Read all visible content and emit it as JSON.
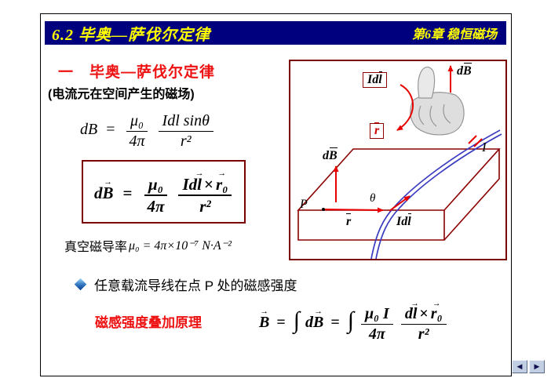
{
  "header": {
    "title": "6.2 毕奥—萨伐尔定律",
    "chapter": "第6章 稳恒磁场"
  },
  "section": {
    "heading": "一　毕奥—萨伐尔定律",
    "subtitle": "(电流元在空间产生的磁场)"
  },
  "symbols": {
    "equals": "=",
    "times": "×",
    "integral": "∫",
    "vec_arrow": "→"
  },
  "formula_scalar": {
    "lhs": "dB",
    "mu0": "μ₀",
    "four_pi": "4π",
    "num": "Idl sinθ",
    "den": "r²"
  },
  "formula_vector": {
    "d": "d",
    "B": "B",
    "mu0": "μ₀",
    "four_pi": "4π",
    "Id": "Id",
    "l": "l",
    "r0": "r₀",
    "den": "r²"
  },
  "permeability": {
    "label": "真空磁导率",
    "value": "μ₀ = 4π×10⁻⁷ N·A⁻²"
  },
  "bullet": {
    "text": "任意载流导线在点 P 处的磁感强度"
  },
  "superposition": {
    "label": "磁感强度叠加原理",
    "B": "B",
    "d": "d",
    "mu0I": "μ₀ I",
    "four_pi": "4π",
    "l": "l",
    "r0": "r₀",
    "den": "r²"
  },
  "diagram": {
    "Id": "Id",
    "l": "l",
    "r": "r",
    "d": "d",
    "B": "B",
    "I": "I",
    "P": "P",
    "theta": "θ"
  },
  "nav": {
    "back": "◀",
    "forward": "▶"
  },
  "colors": {
    "header_bg": "#00007e",
    "header_text": "#ffff00",
    "heading_red": "#ee1111",
    "box_maroon": "#7a0000",
    "wire_blue": "#3a3ac0",
    "arrow_red": "#e60000"
  }
}
